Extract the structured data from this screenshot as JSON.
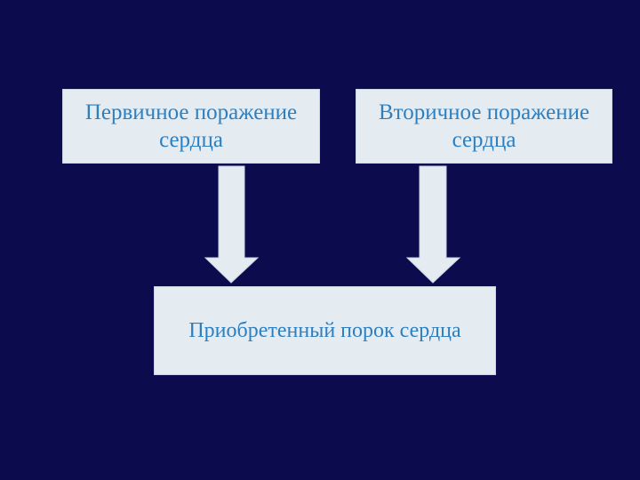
{
  "diagram": {
    "box_primary": "Первичное поражение\nсердца",
    "box_secondary": "Вторичное поражение\nсердца",
    "box_result": "Приобретенный порок сердца"
  },
  "colors": {
    "background": "#0b0b4e",
    "box_fill": "#e4ecf2",
    "text": "#2d7fc0"
  }
}
